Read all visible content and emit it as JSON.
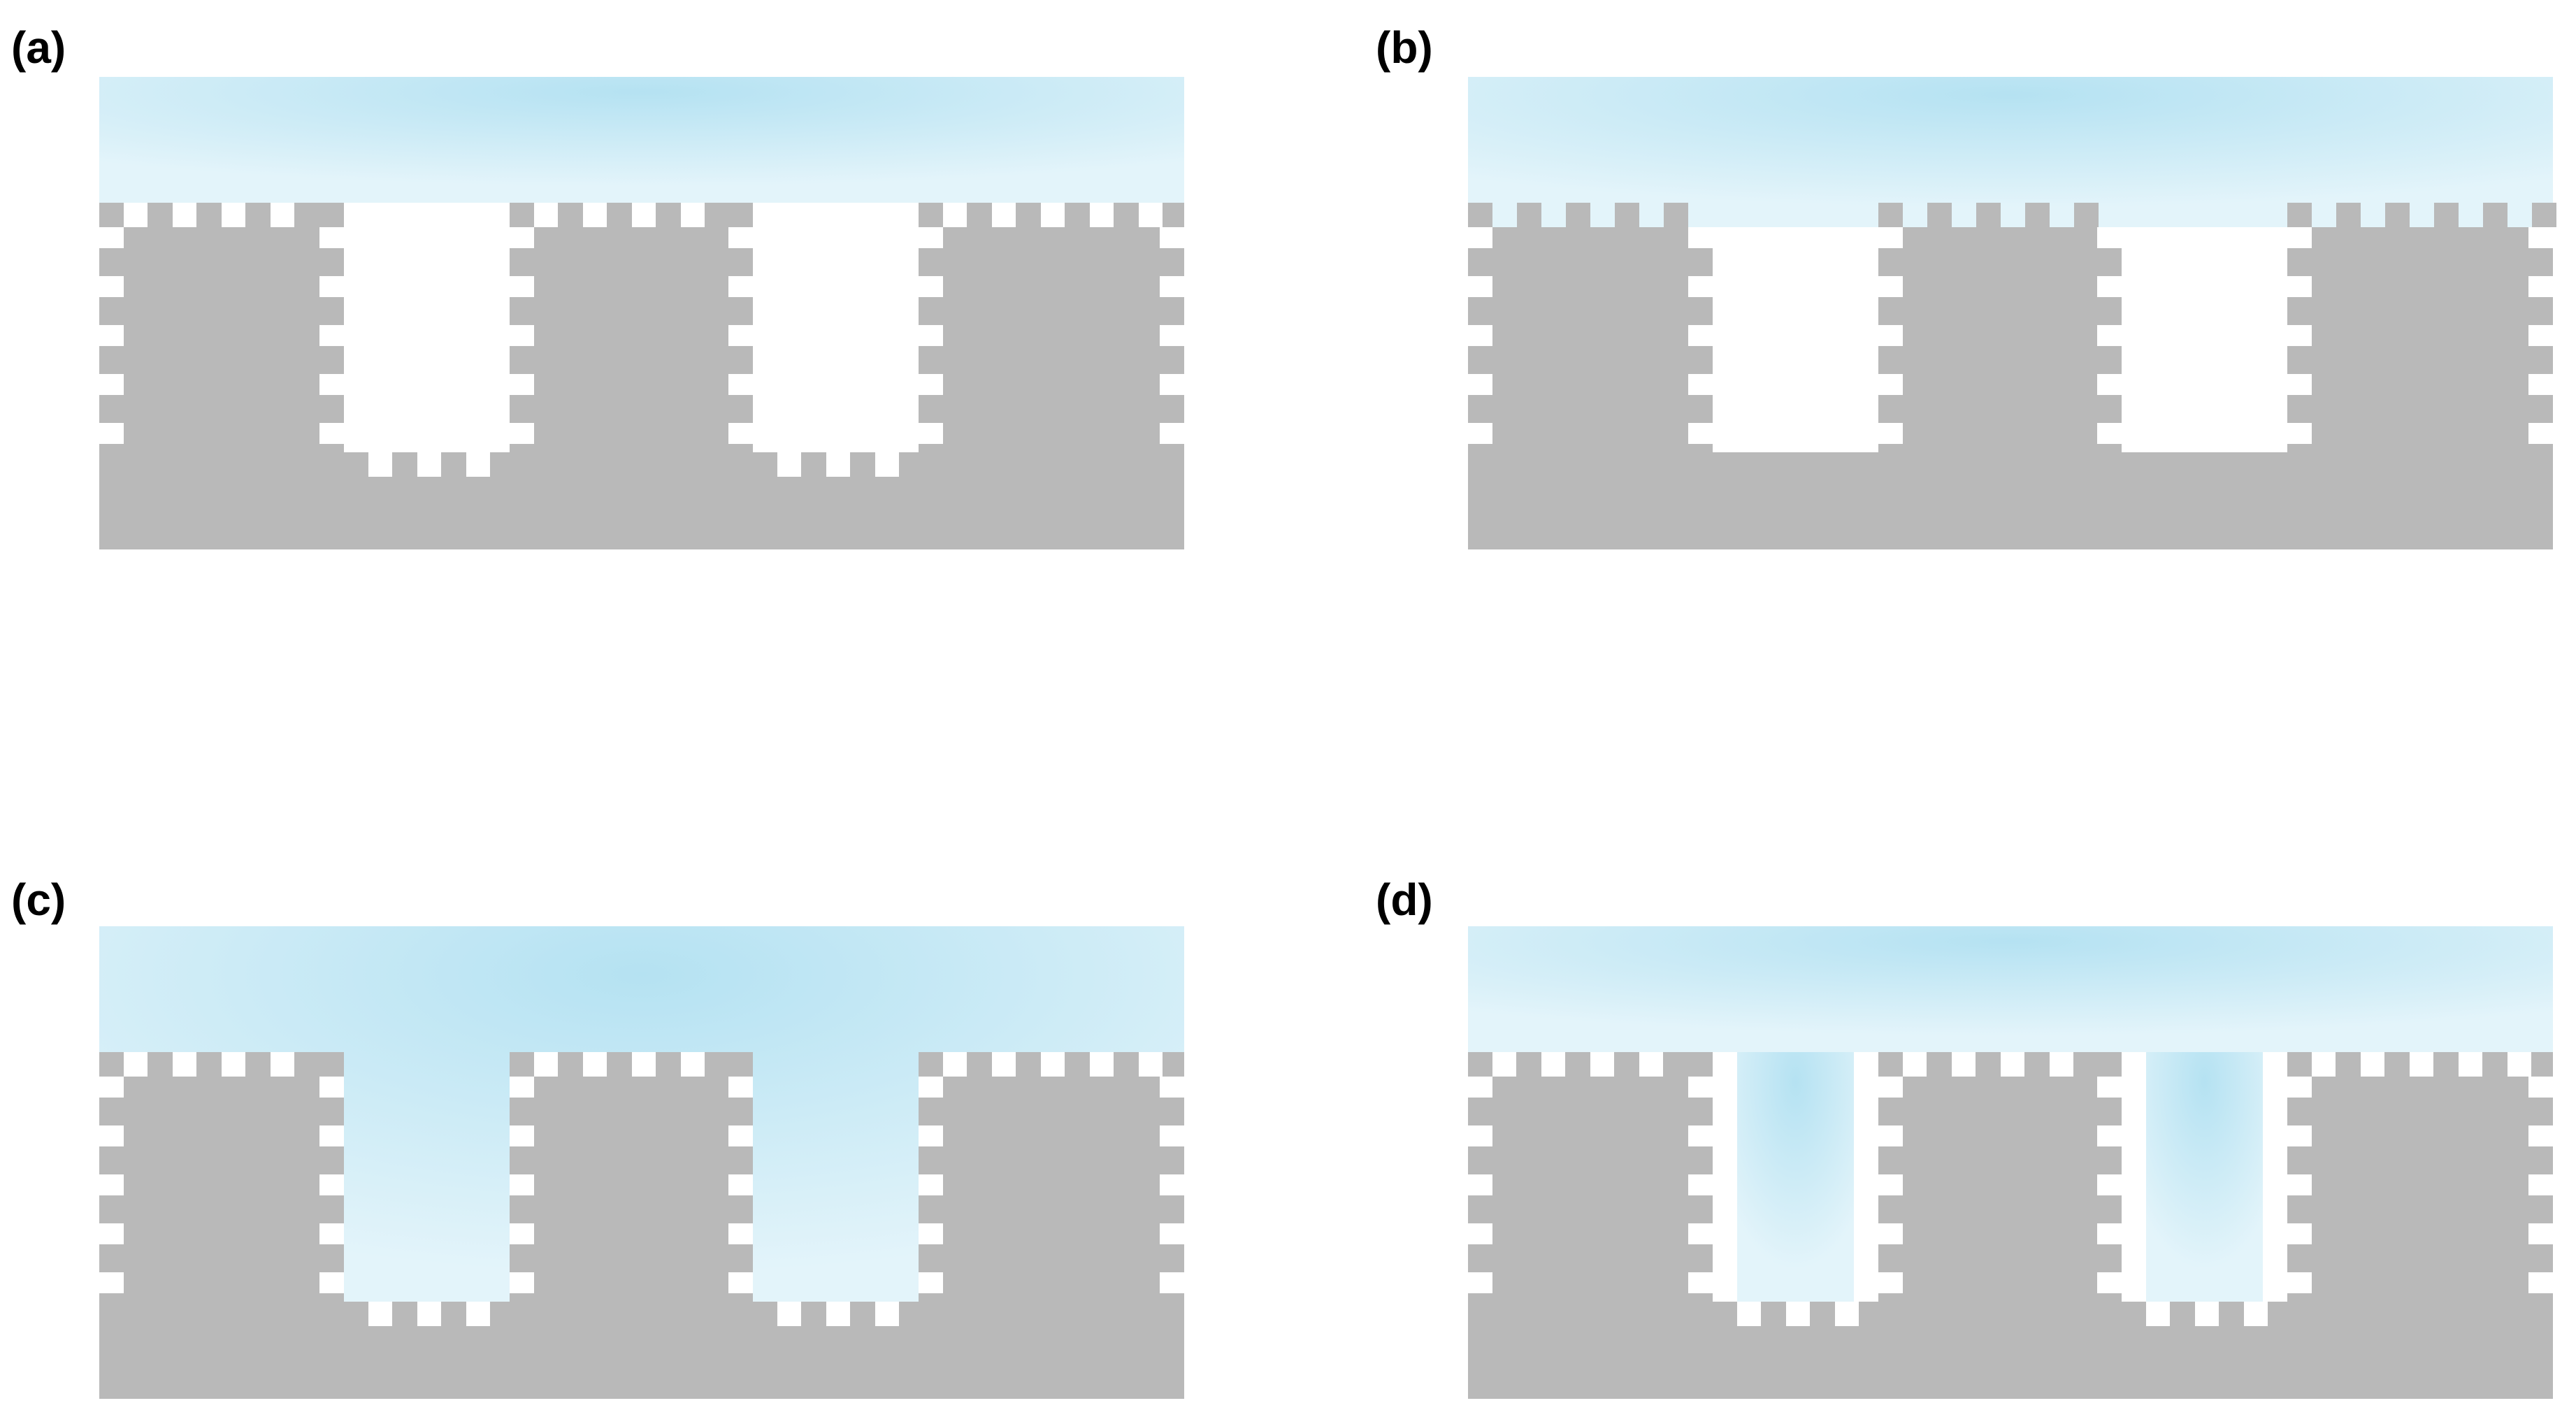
{
  "panels": [
    {
      "label": "(a)",
      "state": "liquid-on-top-all-air-trapped"
    },
    {
      "label": "(b)",
      "state": "liquid-fills-fine-texture-air-in-pits"
    },
    {
      "label": "(c)",
      "state": "liquid-wets-pits-air-in-fine-texture"
    },
    {
      "label": "(d)",
      "state": "fully-wetted"
    }
  ],
  "colors": {
    "solid": "#b9b9b9",
    "liquid_center": "#b5e2f2",
    "liquid_edge": "#e3f4fa",
    "background": "#ffffff"
  }
}
